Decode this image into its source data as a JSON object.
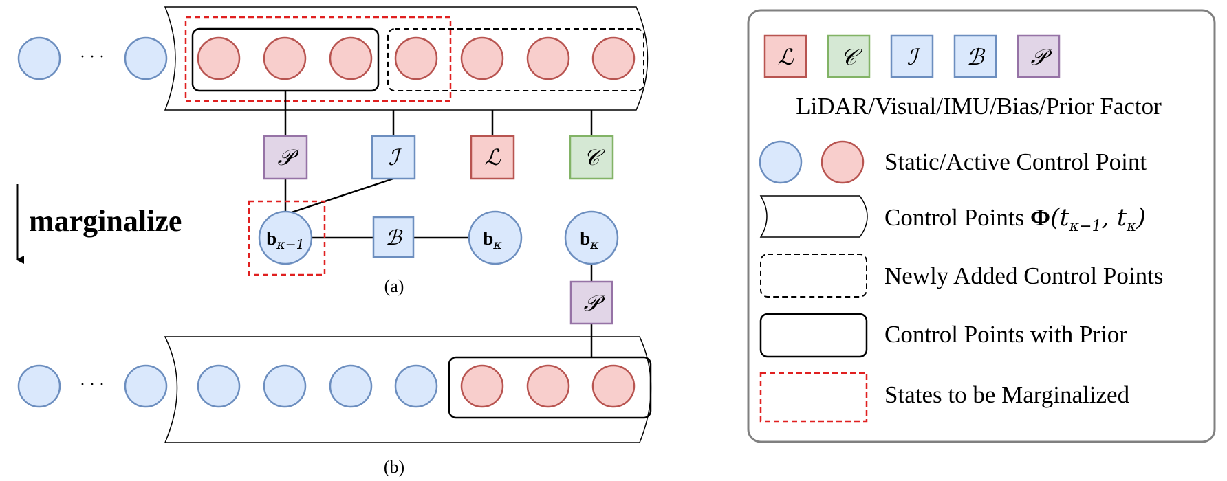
{
  "colors": {
    "static_fill": "#dae8fc",
    "static_stroke": "#6c8ebf",
    "active_fill": "#f8cecc",
    "active_stroke": "#b85450",
    "lidar_fill": "#f8cecc",
    "lidar_stroke": "#b85450",
    "visual_fill": "#d5e8d4",
    "visual_stroke": "#82b366",
    "imu_fill": "#dae8fc",
    "imu_stroke": "#6c8ebf",
    "bias_fill": "#dae8fc",
    "bias_stroke": "#6c8ebf",
    "prior_fill": "#e1d5e7",
    "prior_stroke": "#9673a6",
    "marginalize_dash": "#e02020",
    "legend_border": "#808080"
  },
  "factors": {
    "lidar": "ℒ",
    "visual": "𝒞",
    "imu": "ℐ",
    "bias": "ℬ",
    "prior": "𝒫"
  },
  "diagram": {
    "ellipsis": "· · ·",
    "marginalize_label": "marginalize",
    "b_prev": {
      "base": "b",
      "sub": "κ−1"
    },
    "b_curr": {
      "base": "b",
      "sub": "κ"
    },
    "caption_a": "(a)",
    "caption_b": "(b)"
  },
  "legend": {
    "factor_caption": "LiDAR/Visual/IMU/Bias/Prior Factor",
    "control_point_label": "Static/Active Control Point",
    "control_points_prefix": "Control Points ",
    "phi_symbol": "Φ",
    "phi_args": "(t",
    "phi_sub1": "κ−1",
    "phi_mid": ", t",
    "phi_sub2": "κ",
    "phi_close": ")",
    "newly_added_label": "Newly Added Control Points",
    "with_prior_label": "Control Points with Prior",
    "marginalized_label": "States to be Marginalized"
  }
}
